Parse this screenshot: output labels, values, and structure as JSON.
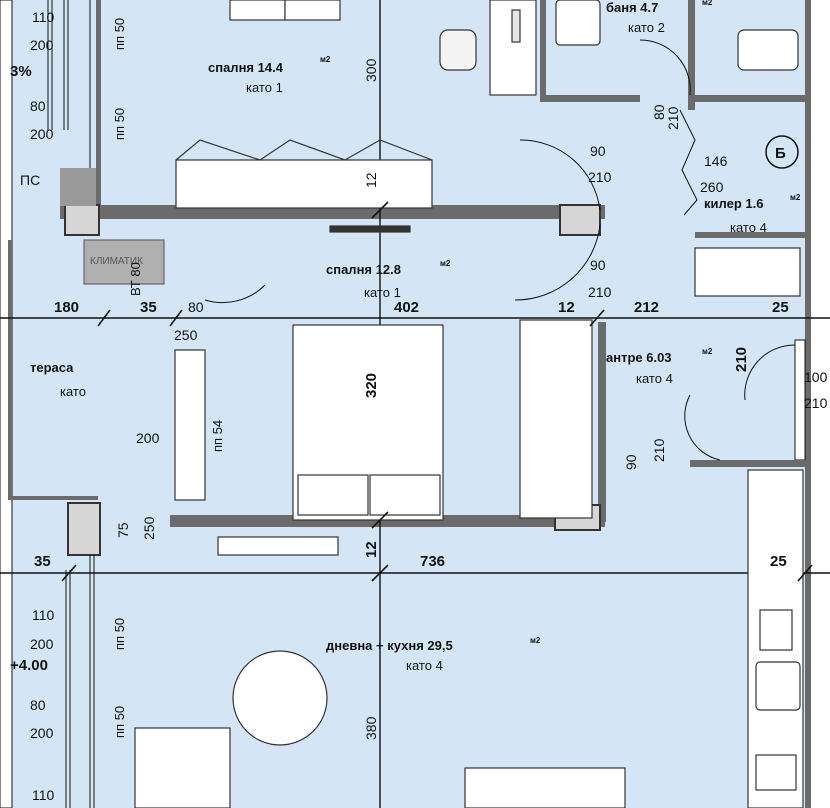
{
  "colors": {
    "floor": "#d4e6f5",
    "wall": "#6b6b6b",
    "wall_dark": "#555555",
    "line": "#111111",
    "furniture": "#ffffff",
    "column": "#d6d6d6"
  },
  "rooms": {
    "bedroom1": {
      "name": "спалня 14.4",
      "unit": "м2",
      "floor": "като 1"
    },
    "bedroom2": {
      "name": "спалня 12.8",
      "unit": "м2",
      "floor": "като 1"
    },
    "bath": {
      "name": "баня 4.7",
      "unit": "м2",
      "floor": "като 2"
    },
    "closet": {
      "name": "килер 1.6",
      "unit": "м2",
      "floor": "като 4"
    },
    "hall": {
      "name": "антре 6.03",
      "unit": "м2",
      "floor": "като 4"
    },
    "terrace": {
      "name": "тераса",
      "floor": "като"
    },
    "living": {
      "name": "дневна + кухня 29,5",
      "unit": "м2",
      "floor": "като 4"
    }
  },
  "labels": {
    "klima": "КЛИМАТИК",
    "vt": "ВТ 80",
    "ps": "ПС",
    "slope": "3%",
    "level": "+4.00",
    "marker": "Б"
  },
  "window_dims": {
    "w1a": "110",
    "w1b": "200",
    "w1c": "80",
    "w1d": "200",
    "w2a": "110",
    "w2b": "200",
    "w2c": "80",
    "w2d": "200",
    "w2e": "110",
    "pp50": "пп 50",
    "pp54": "пп 54"
  },
  "dims": {
    "d300": "300",
    "d12a": "12",
    "d90a": "90",
    "d210a": "210",
    "d80": "80",
    "d210b": "210",
    "d146": "146",
    "d260": "260",
    "d90b": "90",
    "d210c": "210",
    "d180": "180",
    "d35a": "35",
    "d80b": "80",
    "d250a": "250",
    "d402": "402",
    "d12b": "12",
    "d212": "212",
    "d25a": "25",
    "d210d": "210",
    "d100": "100",
    "d210e": "210",
    "d320": "320",
    "d200": "200",
    "d90c": "90",
    "d210f": "210",
    "d75": "75",
    "d250b": "250",
    "d12c": "12",
    "d35b": "35",
    "d736": "736",
    "d25b": "25",
    "d380": "380"
  }
}
